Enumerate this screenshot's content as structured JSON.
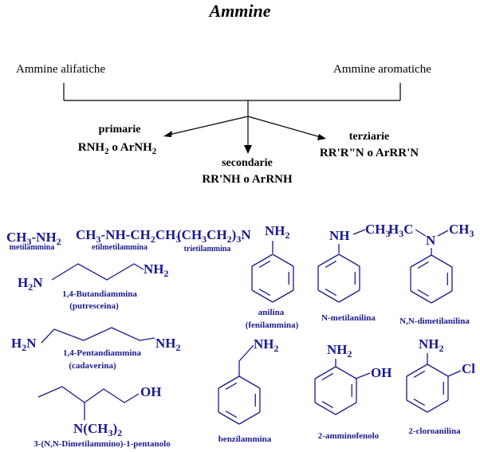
{
  "title": "Ammine",
  "classes": {
    "aliphatic": "Ammine alifatiche",
    "aromatic": "Ammine aromatiche"
  },
  "types": {
    "primary": {
      "label": "primarie",
      "formula": [
        "RNH",
        "2",
        " o ArNH",
        "2"
      ]
    },
    "secondary": {
      "label": "secondarie",
      "formula": "RR'NH o ArRNH"
    },
    "tertiary": {
      "label": "terziarie",
      "formula": "RR'R\"N o ArRR'N"
    }
  },
  "compounds": {
    "methylamine": {
      "formula": [
        "CH",
        "3",
        "-NH",
        "2"
      ],
      "name": "metilammina"
    },
    "ethylmethylamine": {
      "formula": [
        "CH",
        "3",
        "-NH-CH",
        "2",
        "CH",
        "3"
      ],
      "name": "etilmetilammina"
    },
    "triethylamine": {
      "formula": [
        "(CH",
        "3",
        "CH",
        "2",
        ")",
        "3",
        "N"
      ],
      "name": "trietilammina"
    },
    "putrescine": {
      "left": [
        "H",
        "2",
        "N"
      ],
      "right": [
        "NH",
        "2"
      ],
      "name": "1,4-Butandiammina",
      "alias": "(putresceina)"
    },
    "cadaverine": {
      "left": [
        "H",
        "2",
        "N"
      ],
      "right": [
        "NH",
        "2"
      ],
      "name": "1,4-Pentandiammina",
      "alias": "(cadaverina)"
    },
    "dimethylaminopentanol": {
      "group": [
        "N(CH",
        "3",
        ")",
        "2"
      ],
      "oh": "OH",
      "name": "3-(N,N-Dimetilammino)-1-pentanolo"
    },
    "aniline": {
      "amine": [
        "NH",
        "2"
      ],
      "name": "anilina",
      "alias": "(fenilammina)"
    },
    "n_methylaniline": {
      "nh": "NH",
      "chain": [
        "CH",
        "3"
      ],
      "name": "N-metilanilina"
    },
    "nn_dimethylaniline": {
      "h3c": [
        "H",
        "3",
        "C"
      ],
      "n": "N",
      "ch3": [
        "CH",
        "3"
      ],
      "name": "N,N-dimetilanilina"
    },
    "benzylamine": {
      "amine": [
        "NH",
        "2"
      ],
      "name": "benzilammina"
    },
    "aminophenol": {
      "amine": [
        "NH",
        "2"
      ],
      "oh": "OH",
      "name": "2-amminofenolo"
    },
    "chloroaniline": {
      "amine": [
        "NH",
        "2"
      ],
      "cl": "Cl",
      "name": "2-cloroanilina"
    }
  }
}
